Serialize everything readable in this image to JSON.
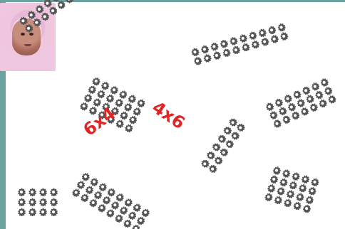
{
  "labels": {
    "six_by_four": "6x4",
    "four_by_six": "4x6"
  },
  "icons": {
    "photo": "child-photo",
    "gear": "gear-icon"
  },
  "colors": {
    "frame": "#6aa39f",
    "gear": "#555555",
    "label": "#e12424",
    "background": "#ffffff"
  }
}
